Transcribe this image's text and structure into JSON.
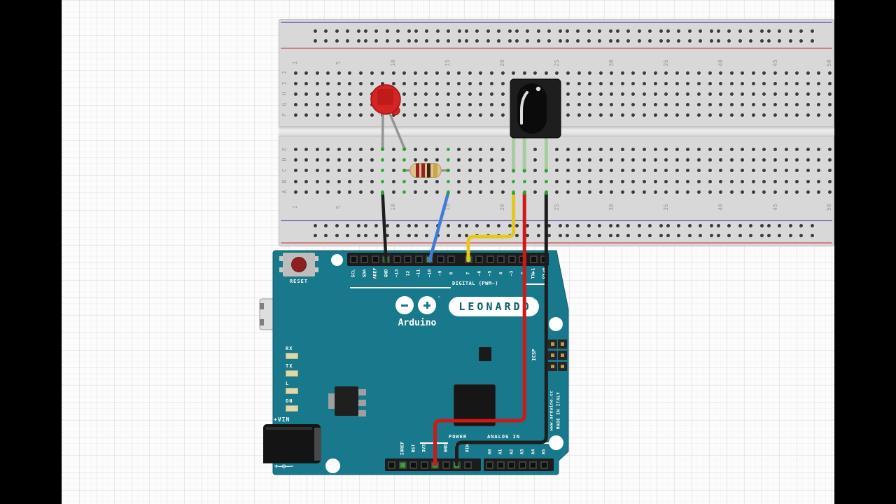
{
  "scene": {
    "description": "Fritzing breadboard wiring diagram: Arduino Leonardo with red LED, resistor and IR receiver on a full-size breadboard",
    "letterbox_color": "#000000",
    "paper_color": "#fcfcfc"
  },
  "breadboard": {
    "row_letters_top": [
      "J",
      "I",
      "H",
      "G",
      "F"
    ],
    "row_letters_bottom": [
      "E",
      "D",
      "C",
      "B",
      "A"
    ],
    "column_numbers": [
      "1",
      "5",
      "10",
      "15",
      "20",
      "25",
      "30",
      "35",
      "40",
      "45",
      "50"
    ],
    "colors": {
      "body": "#d8d8d8",
      "rail_blue": "#7e7ec0",
      "rail_red": "#d07f7f",
      "hole": "#3b3b3b",
      "connected": "#3aa53f"
    },
    "connected_columns": [
      9,
      11,
      15,
      21,
      22,
      24
    ]
  },
  "arduino": {
    "board_color": "#17798b",
    "reset_label": "RESET",
    "logo_text": "Arduino",
    "model_label": "LEONARDO",
    "tm_symbol": "™",
    "digital_caption": "DIGITAL (PWM~)",
    "digital_pins": [
      "SCL",
      "SDA",
      "AREF",
      "GND",
      "~13",
      "12",
      "~11",
      "~10",
      "~9",
      "8",
      "7",
      "~6",
      "~5",
      "4",
      "~3",
      "2",
      "TX▶1",
      "RX◀0"
    ],
    "power_caption": "POWER",
    "analog_caption": "ANALOG IN",
    "power_pins": [
      "",
      "IOREF",
      "RST",
      "3V3",
      "5V",
      "GND",
      "GND",
      "VIN"
    ],
    "analog_pins": [
      "A0",
      "A1",
      "A2",
      "A3",
      "A4",
      "A5"
    ],
    "led_labels": [
      "RX",
      "TX",
      "L",
      "ON"
    ],
    "icsp_label": "ICSP",
    "url_text": "www.arduino.cc",
    "made_in_text": "MADE IN ITALY",
    "vin_label": "+VIN",
    "polarity_symbol": "+–⊙–−"
  },
  "components": {
    "led": {
      "label": "red-led",
      "color": "#d42424",
      "inner": "#bc1b1b",
      "leg_color": "#949494"
    },
    "resistor": {
      "label": "resistor",
      "body": "#dcc28e",
      "bands": [
        "#942222",
        "#942222",
        "#3a2514",
        "#c9a545"
      ]
    },
    "ir_receiver": {
      "label": "ir-receiver",
      "body": "#1e1e1e",
      "dome": "#0b0b0b",
      "leg_color": "#a6cd9e"
    },
    "wires": [
      {
        "label": "black jumper GND to breadboard col 9",
        "color": "#1d1d1d"
      },
      {
        "label": "blue jumper pin ~10 to breadboard col 15",
        "color": "#3d7cd8"
      },
      {
        "label": "yellow jumper pin 7 to breadboard col 21",
        "color": "#e8c71c"
      },
      {
        "label": "red jumper 5V to breadboard col 22",
        "color": "#d01818"
      },
      {
        "label": "black jumper power GND to breadboard col 24",
        "color": "#1d1d1d"
      }
    ]
  }
}
